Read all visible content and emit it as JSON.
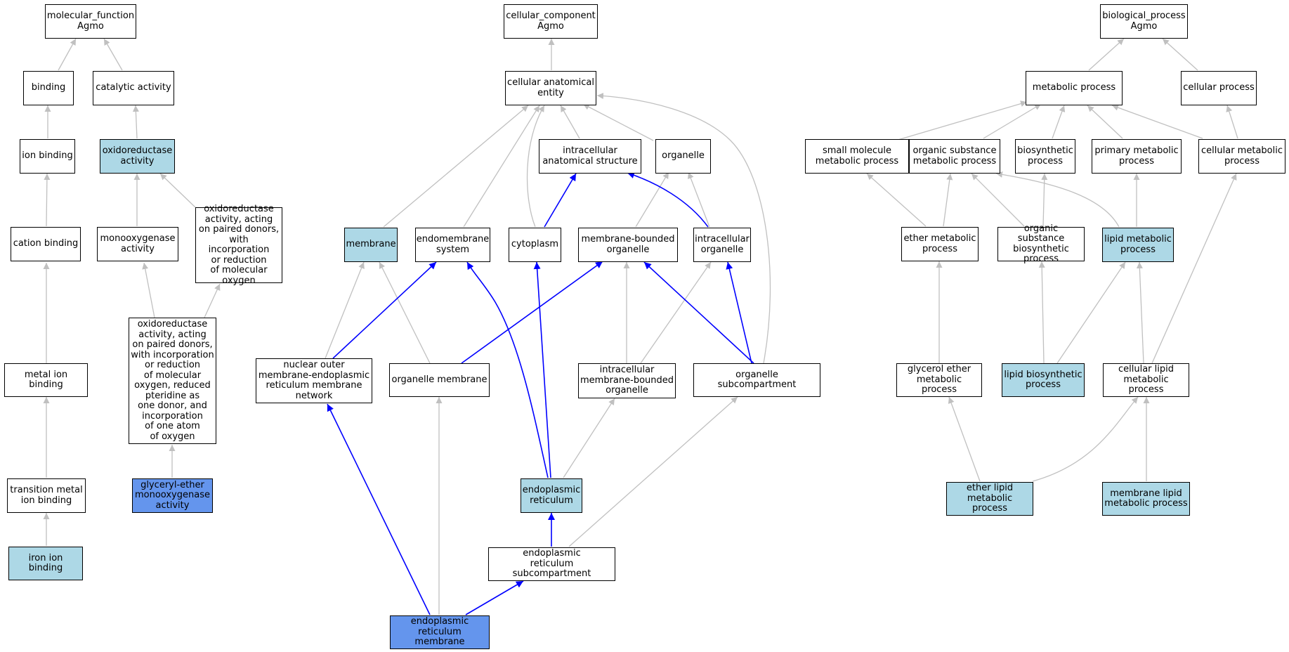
{
  "colors": {
    "white": "#ffffff",
    "light": "#add8e6",
    "dark": "#6495ed",
    "edge_gray": "#c0c0c0",
    "edge_blue": "#0000ff"
  },
  "nodes": {
    "mf": "molecular_function\nAgmo",
    "binding": "binding",
    "catalytic": "catalytic activity",
    "ionbinding": "ion binding",
    "oxidoreductase": "oxidoreductase\nactivity",
    "cationbinding": "cation binding",
    "monooxygenase": "monooxygenase\nactivity",
    "oxpaired": "oxidoreductase\nactivity, acting\non paired donors,\nwith incorporation\nor reduction\nof molecular\noxygen",
    "oxpteridine": "oxidoreductase\nactivity, acting\non paired donors,\nwith incorporation\nor reduction\nof molecular\noxygen, reduced\npteridine as\none donor, and\nincorporation\nof one atom\nof oxygen",
    "metalion": "metal ion binding",
    "transitionmetal": "transition metal\nion binding",
    "glyceryl": "glyceryl-ether\nmonooxygenase\nactivity",
    "ironion": "iron ion binding",
    "cc": "cellular_component\nAgmo",
    "cae": "cellular anatomical\nentity",
    "ias": "intracellular\nanatomical structure",
    "organelle": "organelle",
    "membrane": "membrane",
    "endomembrane": "endomembrane\nsystem",
    "cytoplasm": "cytoplasm",
    "mbo": "membrane-bounded\norganelle",
    "io": "intracellular\norganelle",
    "nuclearouter": "nuclear outer\nmembrane-endoplasmic\nreticulum membrane\nnetwork",
    "organellemembrane": "organelle membrane",
    "imbo": "intracellular\nmembrane-bounded\norganelle",
    "osub": "organelle subcompartment",
    "er": "endoplasmic\nreticulum",
    "ersub": "endoplasmic\nreticulum subcompartment",
    "ermembrane": "endoplasmic\nreticulum membrane",
    "bp": "biological_process\nAgmo",
    "metabolic": "metabolic process",
    "cellularprocess": "cellular process",
    "smallmol": "small molecule\nmetabolic process",
    "organicsub": "organic substance\nmetabolic process",
    "biosynthetic": "biosynthetic\nprocess",
    "primary": "primary metabolic\nprocess",
    "cellularmetabolic": "cellular metabolic\nprocess",
    "ethermetabolic": "ether metabolic\nprocess",
    "organicbiosyn": "organic substance\nbiosynthetic\nprocess",
    "lipidmetabolic": "lipid metabolic\nprocess",
    "glycerolether": "glycerol ether\nmetabolic process",
    "lipidbiosyn": "lipid biosynthetic\nprocess",
    "cellularlipid": "cellular lipid\nmetabolic process",
    "etherlipid": "ether lipid\nmetabolic process",
    "membranelipid": "membrane lipid\nmetabolic process"
  }
}
